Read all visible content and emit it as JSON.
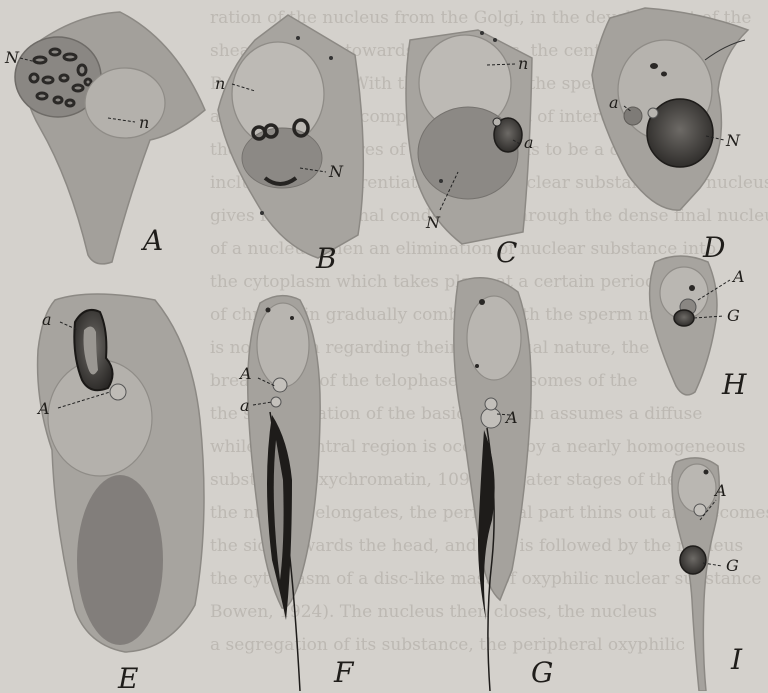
{
  "plate": {
    "background_text": [
      "ration of the nucleus from the Golgi, in the development of the",
      "sheath, the tail towards the nucleus, the central region of",
      "B. Terminology: With the sections of the sperm in various",
      "a known nucleus comparatively, a set of intercellular",
      "the other structures of these, it seems to be a distinct",
      "includes the differentiation of the nuclear substance, the nucleus",
      "gives rise to its final condensation through the dense final nucleus",
      "of a nucleus, then an elimination of nuclear substance into",
      "the cytoplasm which takes place at a certain period of the",
      "of chromatin gradually combined with the sperm nucleus,",
      "is not known regarding their individual nature, the",
      "breaking up of the telophase chromosomes of the",
      "the segmentation of the basichromatin assumes a diffuse",
      "while the central region is occupied by a nearly homogeneous",
      "substance (oxychromatin, 109), the later stages of the",
      "the nucleus elongates, the peripheral part thins out and becomes",
      "the side towards the head, and this is followed by the nucleus",
      "the cytoplasm of a disc-like mass of oxyphilic nuclear substance",
      "Bowen, 1924). The nucleus then closes, the nucleus",
      "a segregation of its substance, the peripheral oxyphilic"
    ],
    "figures": [
      {
        "letter": "A",
        "labels": [
          "N",
          "n"
        ]
      },
      {
        "letter": "B",
        "labels": [
          "n",
          "N"
        ]
      },
      {
        "letter": "C",
        "labels": [
          "n",
          "a",
          "N"
        ]
      },
      {
        "letter": "D",
        "labels": [
          "a",
          "N"
        ]
      },
      {
        "letter": "E",
        "labels": [
          "a",
          "A"
        ]
      },
      {
        "letter": "F",
        "labels": [
          "A",
          "a"
        ]
      },
      {
        "letter": "G",
        "labels": [
          "A"
        ]
      },
      {
        "letter": "H",
        "labels": [
          "A",
          "G"
        ]
      },
      {
        "letter": "I",
        "labels": [
          "A",
          "G"
        ]
      }
    ]
  }
}
